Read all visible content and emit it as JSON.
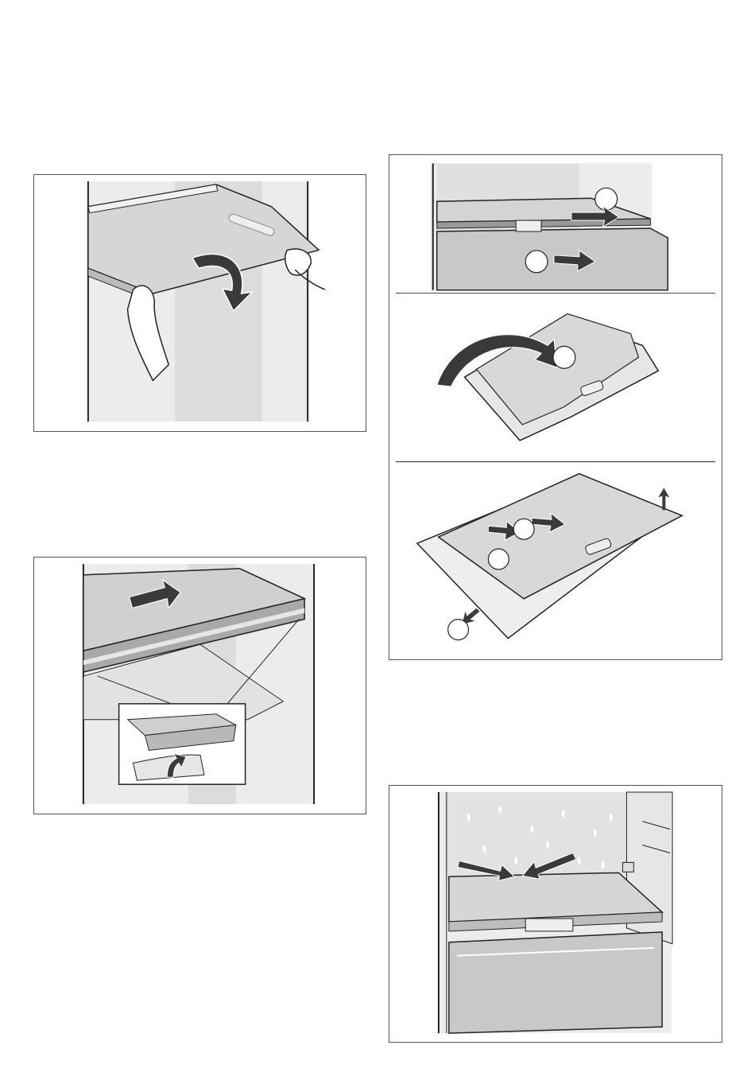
{
  "figures": [
    {
      "id": "fig-a",
      "subject": "shelf-tilt",
      "callouts": []
    },
    {
      "id": "fig-b",
      "subject": "shelf-pull-out",
      "callouts": []
    },
    {
      "id": "fig-c",
      "subject": "crisper-cover-removal",
      "callouts": [
        "",
        "",
        "",
        "",
        "",
        "",
        ""
      ]
    },
    {
      "id": "fig-d",
      "subject": "drain-channel",
      "callouts": []
    }
  ],
  "colors": {
    "line": "#222222",
    "panel_fill": "#e6e6e6",
    "glass_fill": "#d6d6d6",
    "arrow_fill": "#3a3a3a",
    "background": "#ffffff"
  }
}
